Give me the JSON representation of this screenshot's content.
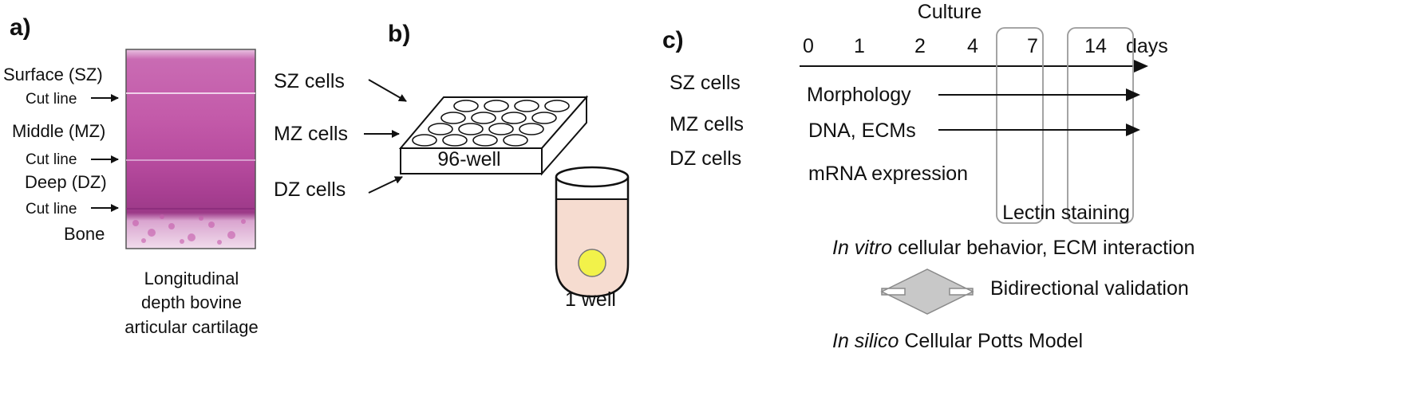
{
  "panel_a": {
    "letter": "a)",
    "zones": {
      "surface": "Surface (SZ)",
      "middle": "Middle (MZ)",
      "deep": "Deep (DZ)",
      "bone": "Bone"
    },
    "cut_lines": [
      "Cut line",
      "Cut line",
      "Cut line"
    ],
    "caption": [
      "Longitudinal",
      "depth bovine",
      "articular cartilage"
    ],
    "colors": {
      "cartilage": "#c64fa8",
      "cartilage_light": "#e8b8df",
      "deep_band": "#a23d8c"
    }
  },
  "panel_b": {
    "letter": "b)",
    "cells": [
      "SZ cells",
      "MZ cells",
      "DZ cells"
    ],
    "plate_label": "96-well",
    "well_label": "1 well",
    "colors": {
      "medium": "#f6dcd0",
      "pellet": "#f2f24a"
    }
  },
  "panel_c": {
    "letter": "c)",
    "culture_label": "Culture",
    "days": [
      "0",
      "1",
      "2",
      "4",
      "7",
      "14"
    ],
    "days_unit": "days",
    "cells": [
      "SZ cells",
      "MZ cells",
      "DZ cells"
    ],
    "assays": [
      "Morphology",
      "DNA, ECMs",
      "mRNA expression"
    ],
    "lectin_label": "Lectin staining",
    "in_vitro_italic": "In vitro",
    "in_vitro_rest": " cellular behavior, ECM interaction",
    "bidirectional_label": "Bidirectional validation",
    "in_silico_italic": "In silico",
    "in_silico_rest": " Cellular Potts Model",
    "colors": {
      "arrow_fill": "#c8c8c8",
      "box_stroke": "#9a9a9a"
    }
  }
}
